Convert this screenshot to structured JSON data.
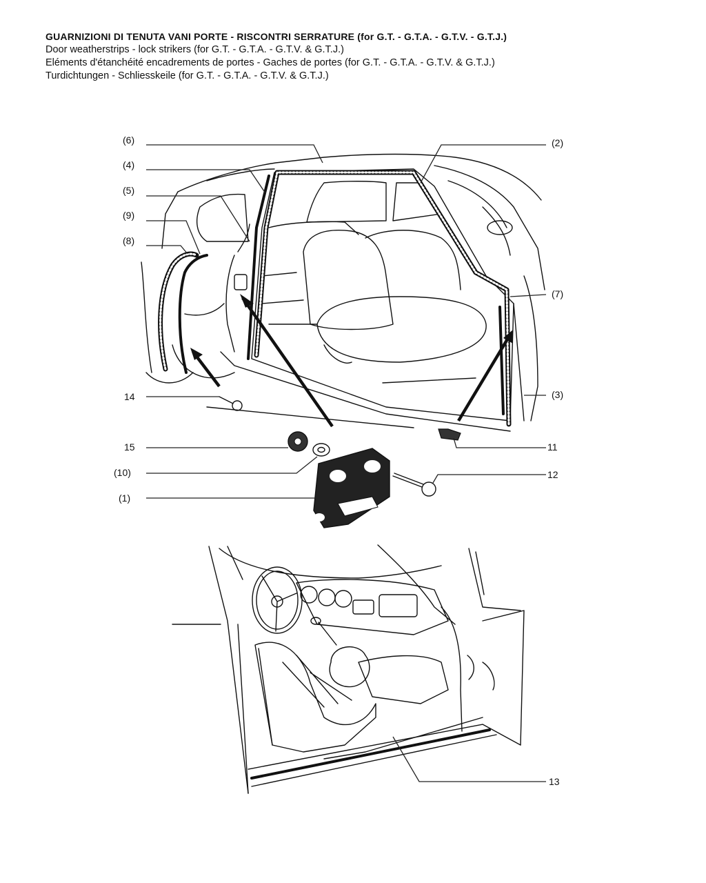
{
  "header": {
    "lines": [
      "GUARNIZIONI DI TENUTA VANI PORTE - RISCONTRI SERRATURE (for G.T. - G.T.A. - G.T.V. - G.T.J.)",
      "Door weatherstrips - lock strikers (for G.T. - G.T.A. - G.T.V. & G.T.J.)",
      "Eléments d'étanchéité encadrements de portes - Gaches de portes (for G.T. - G.T.A. - G.T.V. & G.T.J.)",
      "Turdichtungen - Schliesskeile (for G.T. - G.T.A. - G.T.V. & G.T.J.)"
    ]
  },
  "callouts": {
    "p6": "(6)",
    "p4": "(4)",
    "p5": "(5)",
    "p9": "(9)",
    "p8": "(8)",
    "p2": "(2)",
    "p7": "(7)",
    "p3": "(3)",
    "p14": "14",
    "p15": "15",
    "p10": "(10)",
    "p1": "(1)",
    "p11": "11",
    "p12": "12",
    "p13": "13"
  }
}
